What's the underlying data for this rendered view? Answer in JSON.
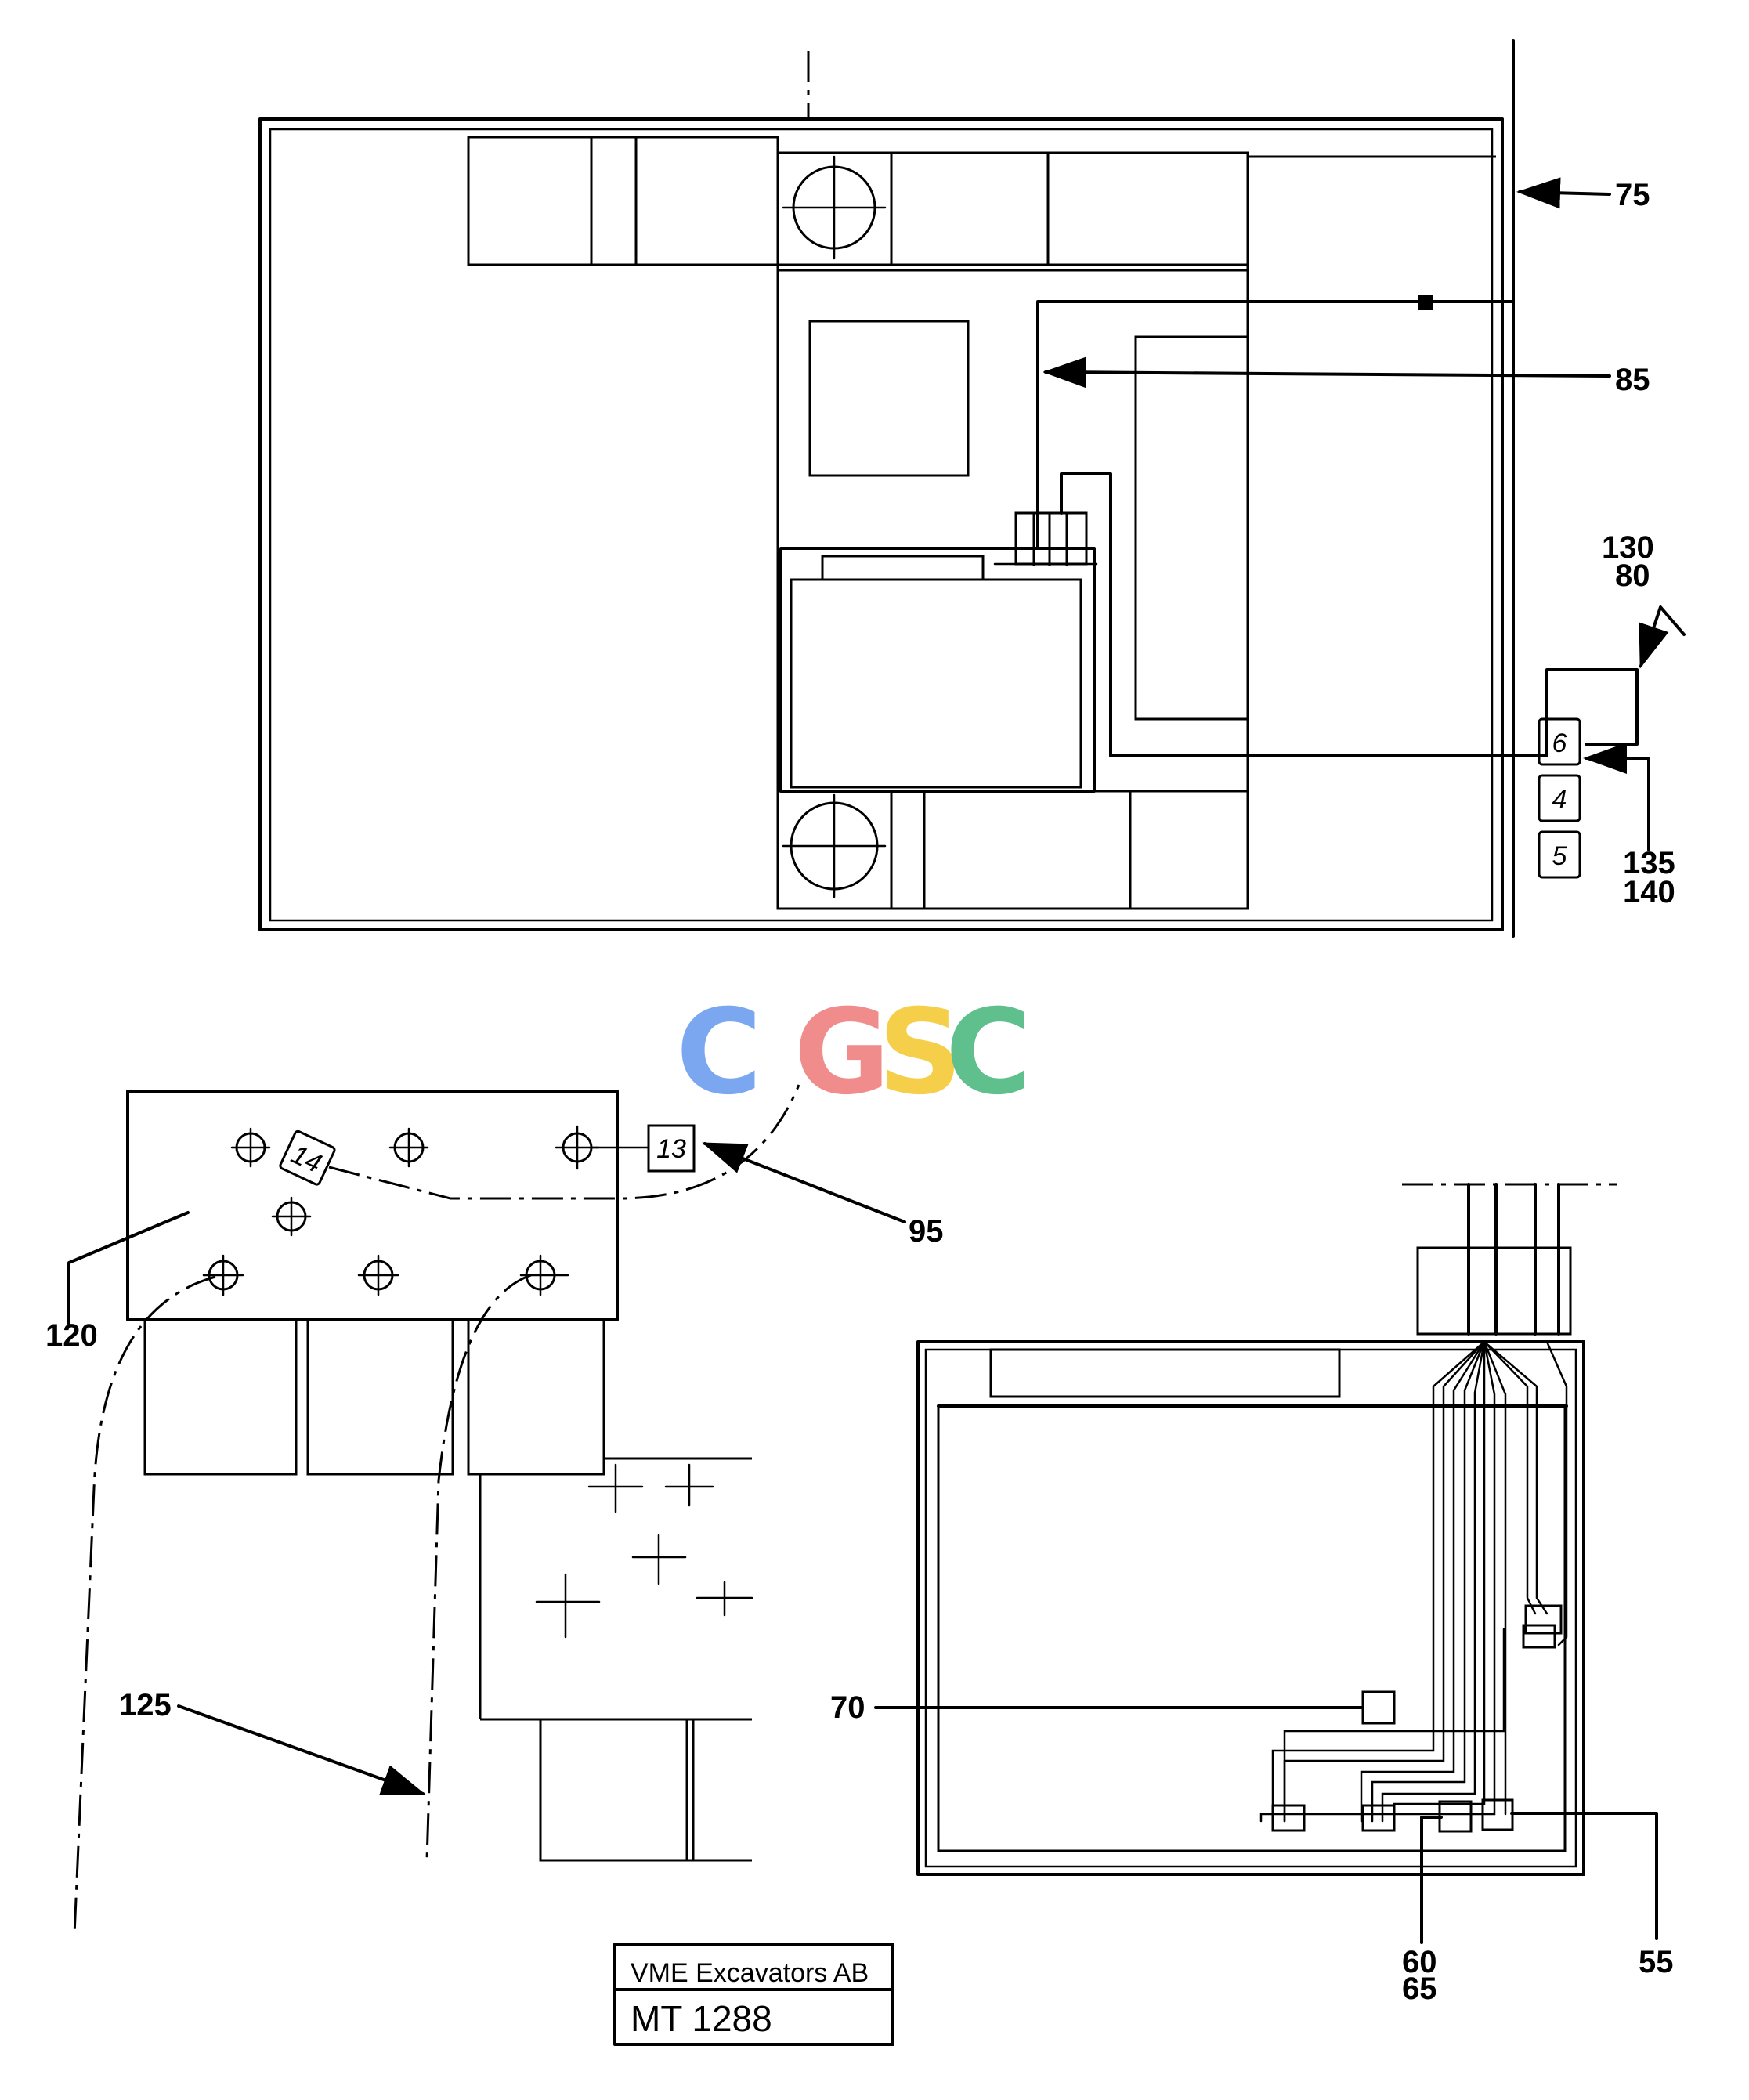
{
  "watermark": {
    "letters": [
      "C",
      "G",
      "S",
      "C"
    ],
    "colors": [
      "#7aa7f0",
      "#f08c8c",
      "#f5cf4a",
      "#5fc08e"
    ]
  },
  "callouts": {
    "c75": "75",
    "c85": "85",
    "c130": "130",
    "c80": "80",
    "c135": "135",
    "c140": "140",
    "c95": "95",
    "c120": "120",
    "c125": "125",
    "c70": "70",
    "c60": "60",
    "c65": "65",
    "c55": "55"
  },
  "tags": {
    "t6": "6",
    "t4": "4",
    "t5": "5",
    "t14": "14",
    "t13": "13"
  },
  "title_block": {
    "company": "VME Excavators AB",
    "drawing_no": "MT 1288"
  }
}
